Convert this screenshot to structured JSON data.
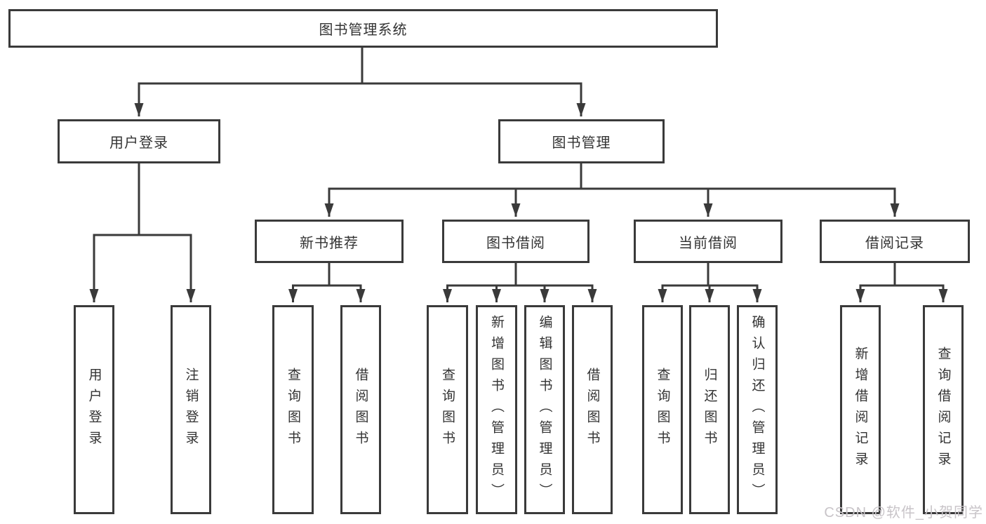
{
  "diagram": {
    "title": "图书管理系统",
    "watermark": "CSDN @软件_小贺同学",
    "colors": {
      "line": "#3a3a3a",
      "text": "#333333",
      "box_background": "#ffffff",
      "watermark": "#c8c4c8"
    },
    "tree": {
      "label": "图书管理系统",
      "children": [
        {
          "label": "用户登录",
          "children": [
            {
              "label": "用户登录"
            },
            {
              "label": "注销登录"
            }
          ]
        },
        {
          "label": "图书管理",
          "children": [
            {
              "label": "新书推荐",
              "children": [
                {
                  "label": "查询图书"
                },
                {
                  "label": "借阅图书"
                }
              ]
            },
            {
              "label": "图书借阅",
              "children": [
                {
                  "label": "查询图书"
                },
                {
                  "label": "新增图书（管理员）"
                },
                {
                  "label": "编辑图书（管理员）"
                },
                {
                  "label": "借阅图书"
                }
              ]
            },
            {
              "label": "当前借阅",
              "children": [
                {
                  "label": "查询图书"
                },
                {
                  "label": "归还图书"
                },
                {
                  "label": "确认归还（管理员）"
                }
              ]
            },
            {
              "label": "借阅记录",
              "children": [
                {
                  "label": "新增借阅记录"
                },
                {
                  "label": "查询借阅记录"
                }
              ]
            }
          ]
        }
      ]
    }
  }
}
